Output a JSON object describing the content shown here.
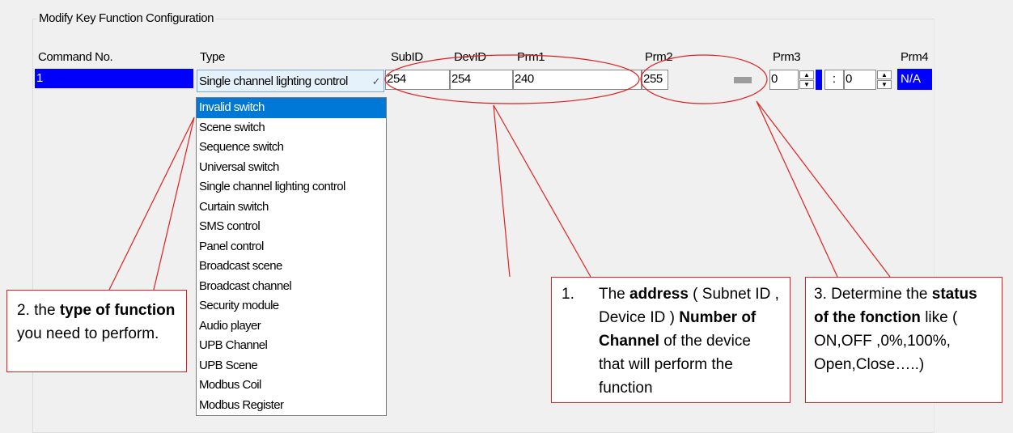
{
  "group": {
    "title": "Modify Key Function Configuration"
  },
  "headers": {
    "command_no": "Command No.",
    "type": "Type",
    "subid": "SubID",
    "devid": "DevID",
    "prm1": "Prm1",
    "prm2": "Prm2",
    "prm3": "Prm3",
    "prm4": "Prm4"
  },
  "row": {
    "command_no": "1",
    "type": "Single channel lighting control",
    "subid": "254",
    "devid": "254",
    "prm1": "240",
    "prm2": "255",
    "prm3_a": "0",
    "prm3_sep": ":",
    "prm3_b": "0",
    "prm4": "N/A"
  },
  "dropdown_options": [
    "Invalid switch",
    "Scene switch",
    "Sequence switch",
    "Universal switch",
    "Single channel lighting control",
    "Curtain switch",
    "SMS control",
    "Panel control",
    "Broadcast scene",
    "Broadcast channel",
    "Security module",
    "Audio player",
    "UPB Channel",
    "UPB Scene",
    "Modbus Coil",
    "Modbus Register"
  ],
  "callouts": {
    "type": {
      "pre": "2.  the ",
      "bold1": "type of function",
      "post": " you need to perform."
    },
    "address": {
      "num": "1.",
      "pre": "The ",
      "bold1": "address",
      "mid": " ( Subnet ID , Device ID ) ",
      "bold2": "Number of Channel",
      "post": " of the device that will perform the function"
    },
    "status": {
      "pre": "3. Determine the ",
      "bold1": "status of the fonction",
      "post": " like ( ON,OFF ,0%,100%, Open,Close…..)"
    }
  },
  "colors": {
    "selection": "#0000ff",
    "dropdown_highlight": "#0078d7",
    "annotation": "#e02020"
  }
}
